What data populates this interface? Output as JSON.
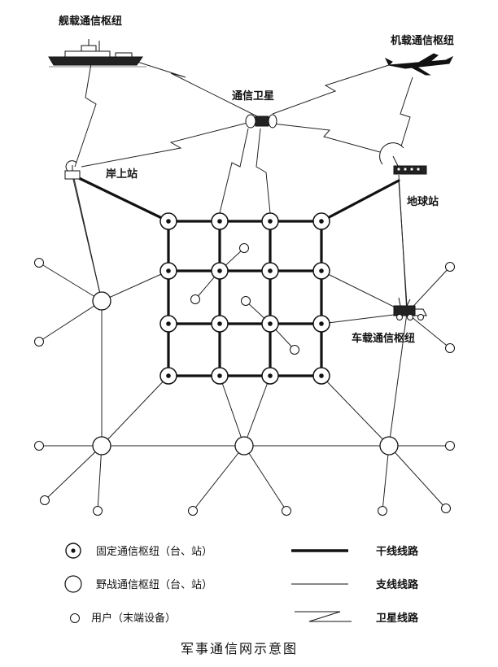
{
  "labels": {
    "ship": "舰载通信枢纽",
    "aircraft": "机载通信枢纽",
    "satellite": "通信卫星",
    "shore": "岸上站",
    "earth_station": "地球站",
    "vehicle": "车载通信枢纽"
  },
  "legend": {
    "fixed_hub": "固定通信枢纽（台、站）",
    "field_hub": "野战通信枢纽（台、站）",
    "user": "用户（末端设备）",
    "trunk": "干线线路",
    "branch": "支线线路",
    "sat_link": "卫星线路"
  },
  "caption": "军事通信网示意图",
  "colors": {
    "ink": "#111111",
    "background": "#ffffff"
  }
}
